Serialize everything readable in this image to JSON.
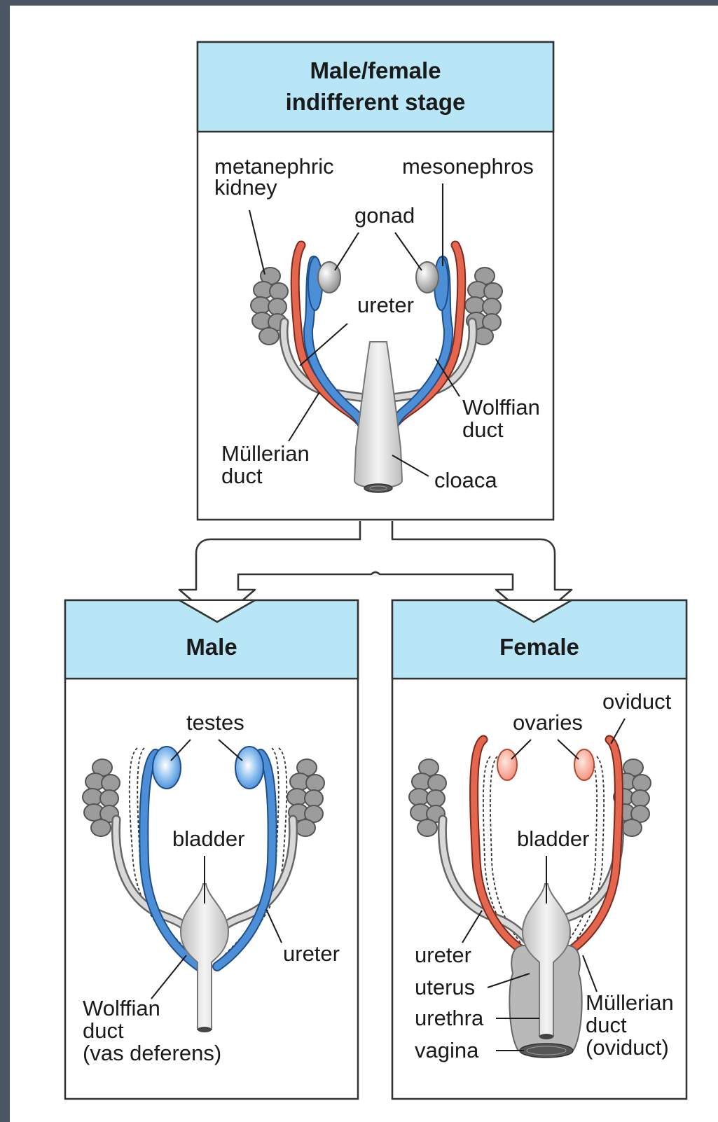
{
  "colors": {
    "header_fill": "#b8e6f6",
    "wolffian_blue": "#4d8fd6",
    "mullerian_red": "#e4664e",
    "kidney_gray": "#9c9c9c",
    "background": "#4c5563"
  },
  "top": {
    "title_line1": "Male/female",
    "title_line2": "indifferent stage",
    "labels": {
      "metanephric_1": "metanephric",
      "metanephric_2": "kidney",
      "mesonephros": "mesonephros",
      "gonad": "gonad",
      "ureter": "ureter",
      "wolffian_1": "Wolffian",
      "wolffian_2": "duct",
      "mullerian_1": "Müllerian",
      "mullerian_2": "duct",
      "cloaca": "cloaca"
    }
  },
  "male": {
    "title": "Male",
    "labels": {
      "testes": "testes",
      "bladder": "bladder",
      "ureter": "ureter",
      "wolffian_1": "Wolffian",
      "wolffian_2": "duct",
      "wolffian_3": "(vas deferens)"
    }
  },
  "female": {
    "title": "Female",
    "labels": {
      "oviduct": "oviduct",
      "ovaries": "ovaries",
      "bladder": "bladder",
      "ureter": "ureter",
      "uterus": "uterus",
      "urethra": "urethra",
      "vagina": "vagina",
      "mullerian_1": "Müllerian",
      "mullerian_2": "duct",
      "mullerian_3": "(oviduct)"
    }
  }
}
